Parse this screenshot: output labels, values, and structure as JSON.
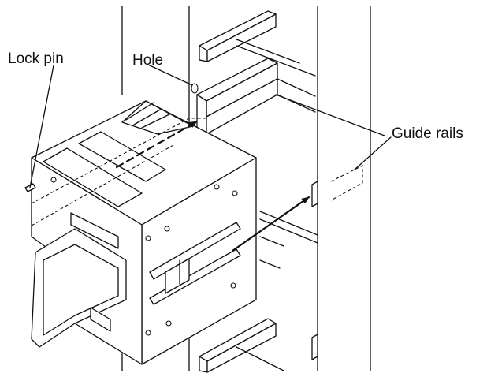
{
  "labels": {
    "lock_pin": "Lock pin",
    "hole": "Hole",
    "guide_rails": "Guide rails"
  },
  "colors": {
    "line": "#111111",
    "background": "#ffffff"
  }
}
